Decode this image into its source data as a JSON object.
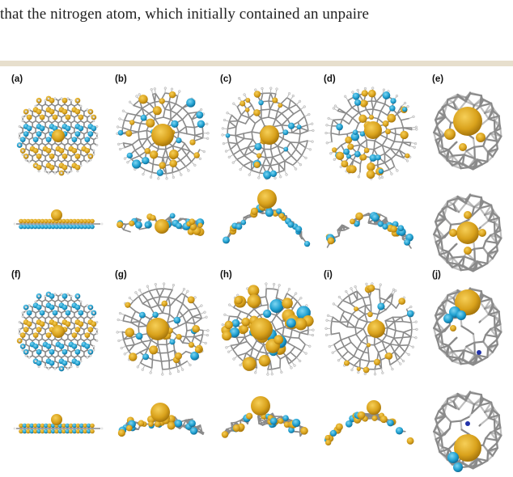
{
  "body_text": "that the nitrogen atom, which initially contained an unpaire",
  "figure": {
    "panel_labels": [
      "(a)",
      "(b)",
      "(c)",
      "(d)",
      "(e)",
      "(f)",
      "(g)",
      "(h)",
      "(i)",
      "(j)"
    ]
  },
  "colors": {
    "spin_up_lobe": "#d9a21c",
    "spin_down_lobe": "#1e9fd0",
    "carbon": "#8a8a8a",
    "hydrogen": "#e6e6e6",
    "nitrogen": "#2233aa",
    "separator": "#e7dfcd"
  }
}
